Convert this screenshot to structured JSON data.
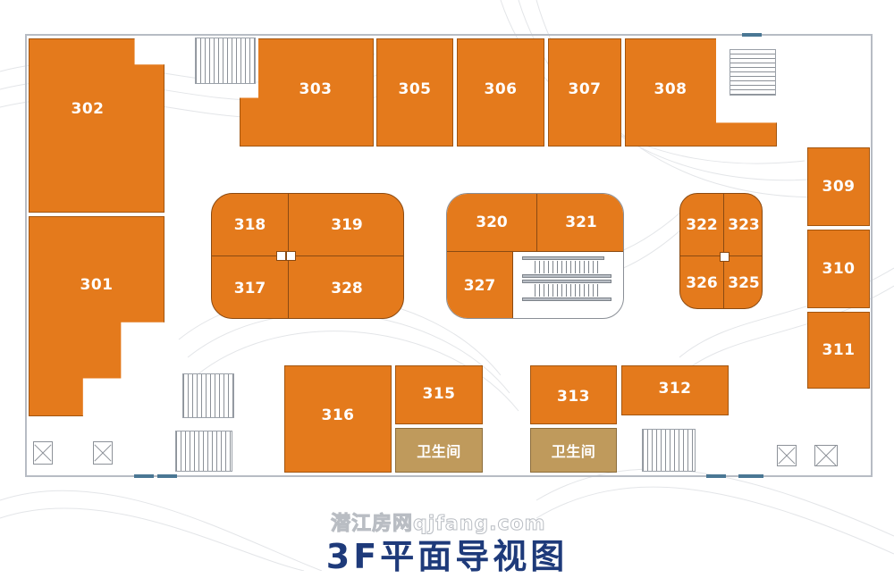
{
  "title": "3F平面导视图",
  "watermark": "潜江房网qjfang.com",
  "colors": {
    "shop": "#e47a1c",
    "restroom": "#bf9a5c",
    "title": "#1e3a7a",
    "wall": "#b7bcc4",
    "window": "#4a7794"
  },
  "units": {
    "u301": "301",
    "u302": "302",
    "u303": "303",
    "u305": "305",
    "u306": "306",
    "u307": "307",
    "u308": "308",
    "u309": "309",
    "u310": "310",
    "u311": "311",
    "u312": "312",
    "u313": "313",
    "u315": "315",
    "u316": "316",
    "u317": "317",
    "u318": "318",
    "u319": "319",
    "u320": "320",
    "u321": "321",
    "u322": "322",
    "u323": "323",
    "u325": "325",
    "u326": "326",
    "u327": "327",
    "u328": "328"
  },
  "restrooms": {
    "left": "卫生间",
    "right": "卫生间"
  }
}
